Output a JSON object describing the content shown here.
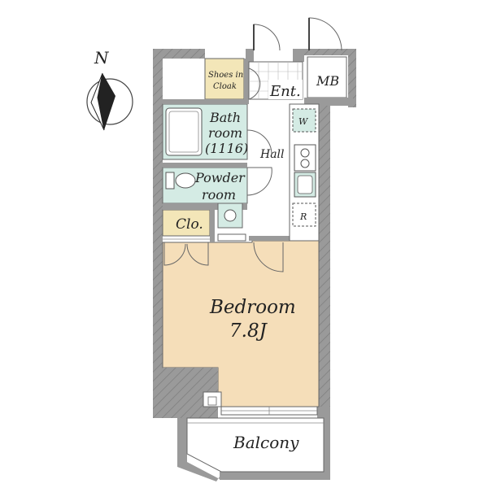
{
  "compass": {
    "north_label": "N"
  },
  "rooms": {
    "shoes_line1": "Shoes in",
    "shoes_line2": "Cloak",
    "entrance": "Ent.",
    "mb": "MB",
    "bath_line1": "Bath",
    "bath_line2": "room",
    "bath_line3": "(1116)",
    "washer": "W",
    "hall": "Hall",
    "powder_line1": "Powder",
    "powder_line2": "room",
    "fridge": "R",
    "closet": "Clo.",
    "bedroom_line1": "Bedroom",
    "bedroom_line2": "7.8J",
    "balcony": "Balcony"
  },
  "colors": {
    "wall": "#9a9a9a",
    "bath": "#d4ebe4",
    "powder": "#d4ebe4",
    "shoes": "#f3e6b8",
    "closet": "#f3e6b8",
    "bedroom": "#f5deb9",
    "washer": "#d4ebe4",
    "floor": "#ffffff"
  }
}
